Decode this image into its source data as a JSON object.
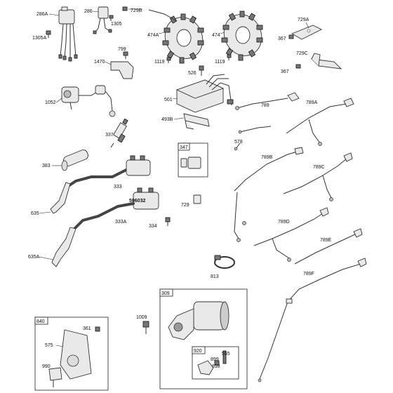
{
  "labels": {
    "l286A": "286A",
    "l286": "286",
    "l1305": "1305",
    "l1305A": "1305A",
    "l729B": "729B",
    "l474A": "474A",
    "l474": "474",
    "l729A": "729A",
    "l367a": "367",
    "l367b": "367",
    "l729C": "729C",
    "l799": "799",
    "l1470": "1470",
    "l1119a": "1119",
    "l1119b": "1119",
    "l526": "526",
    "l1052": "1052",
    "l501": "501",
    "l789": "789",
    "l789A": "789A",
    "l493B": "493B",
    "l337": "337",
    "l578": "578",
    "l347": "347",
    "l789B": "789B",
    "l789C": "789C",
    "l383": "383",
    "l333": "333",
    "l596032": "596032",
    "l729": "729",
    "l635": "635",
    "l333A": "333A",
    "l334": "334",
    "l789D": "789D",
    "l789E": "789E",
    "l635A": "635A",
    "l813": "813",
    "l789F": "789F",
    "l309": "309",
    "l840": "840",
    "l361": "361",
    "l575": "575",
    "l1009": "1009",
    "l990": "990",
    "l920": "920",
    "l555": "555",
    "l899": "899",
    "l898": "898"
  }
}
